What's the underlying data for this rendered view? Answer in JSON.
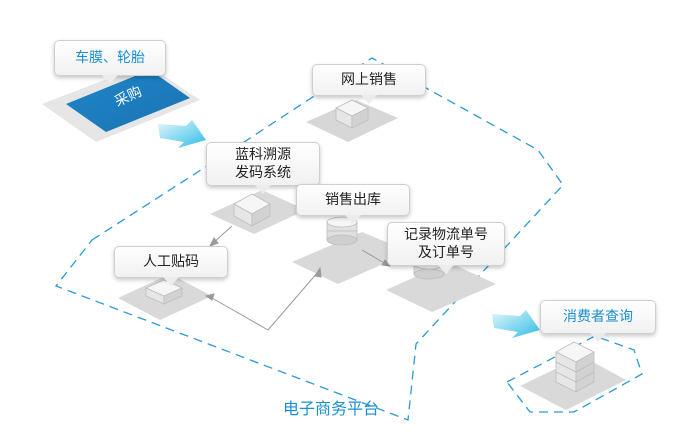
{
  "labels": {
    "car_film_tire": "车膜、轮胎",
    "purchase": "采购",
    "online_sales": "网上销售",
    "lanke_system_line1": "蓝科溯源",
    "lanke_system_line2": "发码系统",
    "sales_outbound": "销售出库",
    "record_logistics_line1": "记录物流单号",
    "record_logistics_line2": "及订单号",
    "manual_coding": "人工贴码",
    "consumer_query": "消费者查询",
    "platform": "电子商务平台"
  },
  "colors": {
    "accent_blue": "#1a8fd0",
    "cyan_arrow": "#35c1e8",
    "dashed_outline": "#2a9ad6",
    "gray_tile": "#d7d7d7",
    "connector": "#9a9a9a"
  }
}
